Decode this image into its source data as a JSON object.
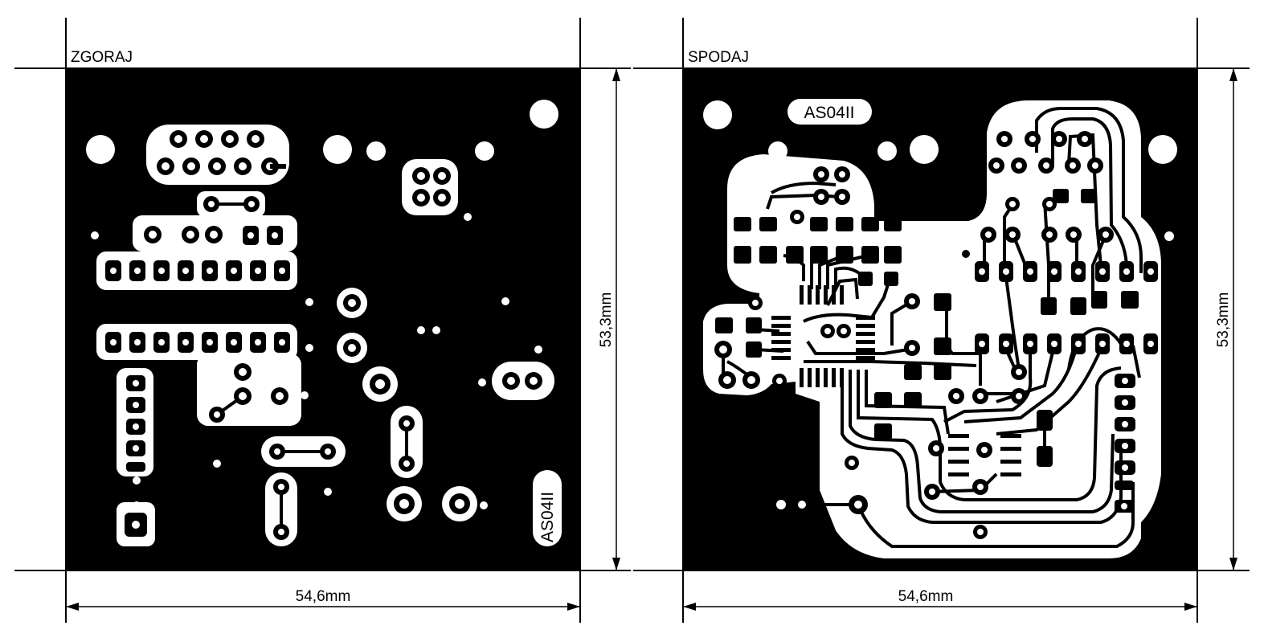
{
  "top_view": {
    "label": "ZGORAJ",
    "board_code": "AS04II",
    "width_label": "54,6mm",
    "height_label": "53,3mm"
  },
  "bottom_view": {
    "label": "SPODAJ",
    "board_code": "AS04II",
    "width_label": "54,6mm",
    "height_label": "53,3mm"
  },
  "colors": {
    "copper": "#000000",
    "background": "#ffffff",
    "clearance": "#ffffff"
  }
}
